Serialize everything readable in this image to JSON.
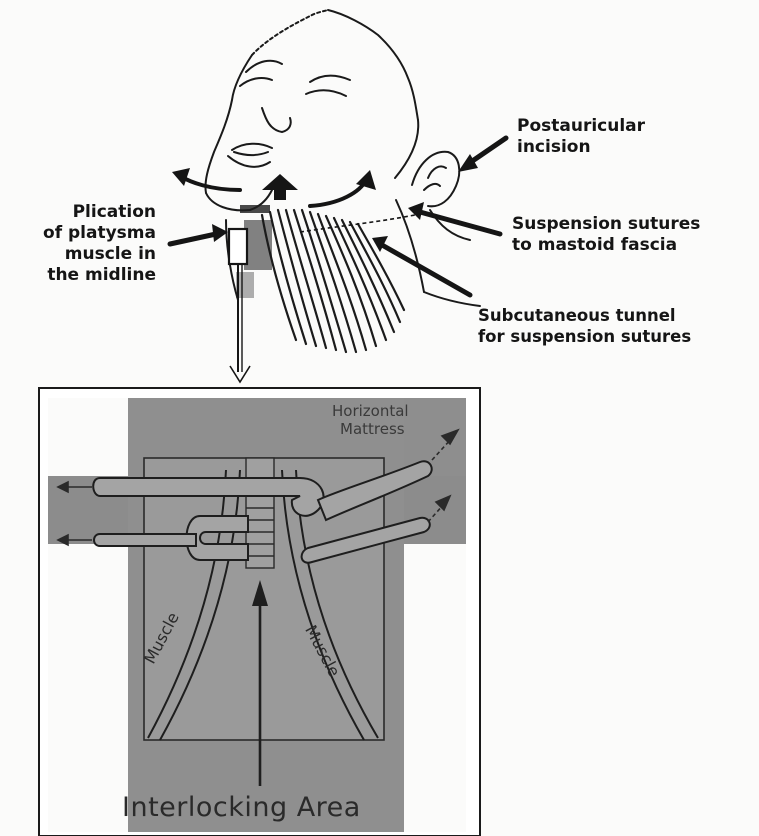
{
  "labels": {
    "postauricular": [
      "Postauricular",
      "incision"
    ],
    "plication": [
      "Plication",
      "of platysma",
      "muscle in",
      "the midline"
    ],
    "suspension_sutures": [
      "Suspension sutures",
      "to mastoid fascia"
    ],
    "subcutaneous_tunnel": [
      "Subcutaneous tunnel",
      "for suspension sutures"
    ]
  },
  "inset": {
    "horizontal_mattress": [
      "Horizontal",
      "Mattress"
    ],
    "muscle_left": "Muscle",
    "muscle_right": "Muscle",
    "interlocking_area": "Interlocking Area"
  },
  "colors": {
    "ink": "#151515",
    "inset_outer": "#8e8e8e",
    "inset_inner": "#9a9a9a",
    "suture_fill": "#a3a3a3"
  }
}
